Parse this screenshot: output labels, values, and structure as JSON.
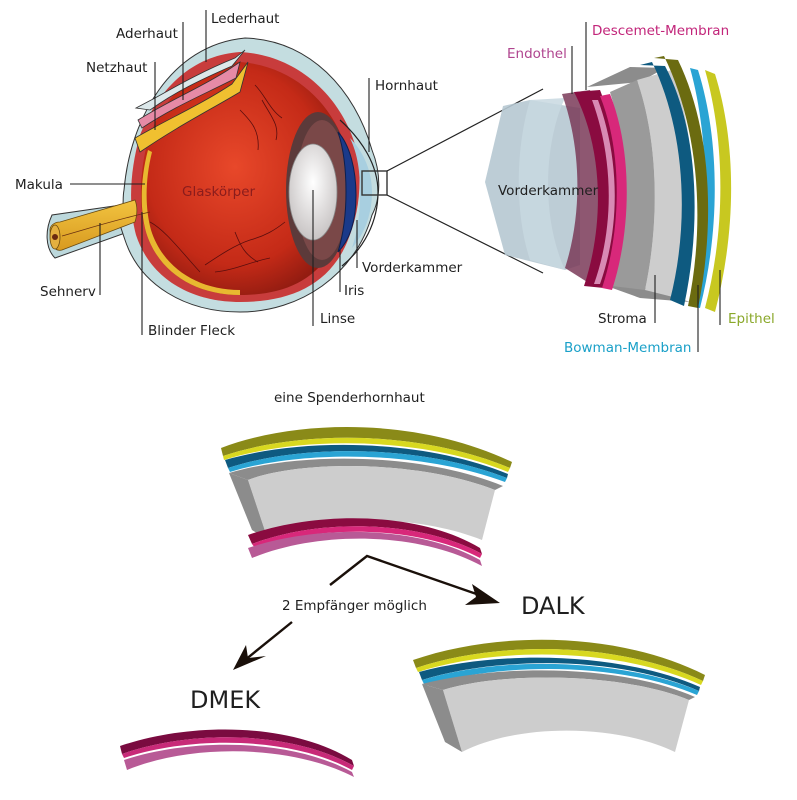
{
  "eye_labels": {
    "lederhaut": "Lederhaut",
    "aderhaut": "Aderhaut",
    "netzhaut": "Netzhaut",
    "makula": "Makula",
    "glaskoerper": "Glaskörper",
    "sehnerv": "Sehnerv",
    "blinder_fleck": "Blinder Fleck",
    "linse": "Linse",
    "iris": "Iris",
    "vorderkammer": "Vorderkammer",
    "hornhaut": "Hornhaut"
  },
  "cornea_detail": {
    "vorderkammer": "Vorderkammer",
    "endothel": "Endothel",
    "descemet": "Descemet-Membran",
    "stroma": "Stroma",
    "bowman": "Bowman-Membran",
    "epithel": "Epithel"
  },
  "transplant": {
    "donor_title": "eine Spenderhornhaut",
    "recipients_label": "2 Empfänger möglich",
    "dalk": "DALK",
    "dmek": "DMEK"
  },
  "colors": {
    "endothel_label": "#b0458f",
    "descemet_label": "#c2257a",
    "bowman_label": "#1aa0c8",
    "epithel_label": "#8aa82a",
    "glaskoerper_label": "#8a1c1c",
    "epithel_dark": "#6b6b10",
    "epithel_light": "#c8c820",
    "bowman_dark": "#0e5a80",
    "bowman_light": "#2aa4d4",
    "stroma": "#cdcdcd",
    "stroma_dark": "#8c8c8c",
    "descemet_dark": "#8a0b40",
    "descemet_pink": "#d8287a",
    "endothel_pink": "#c86aa6",
    "chamber": "#b6c8d2"
  }
}
